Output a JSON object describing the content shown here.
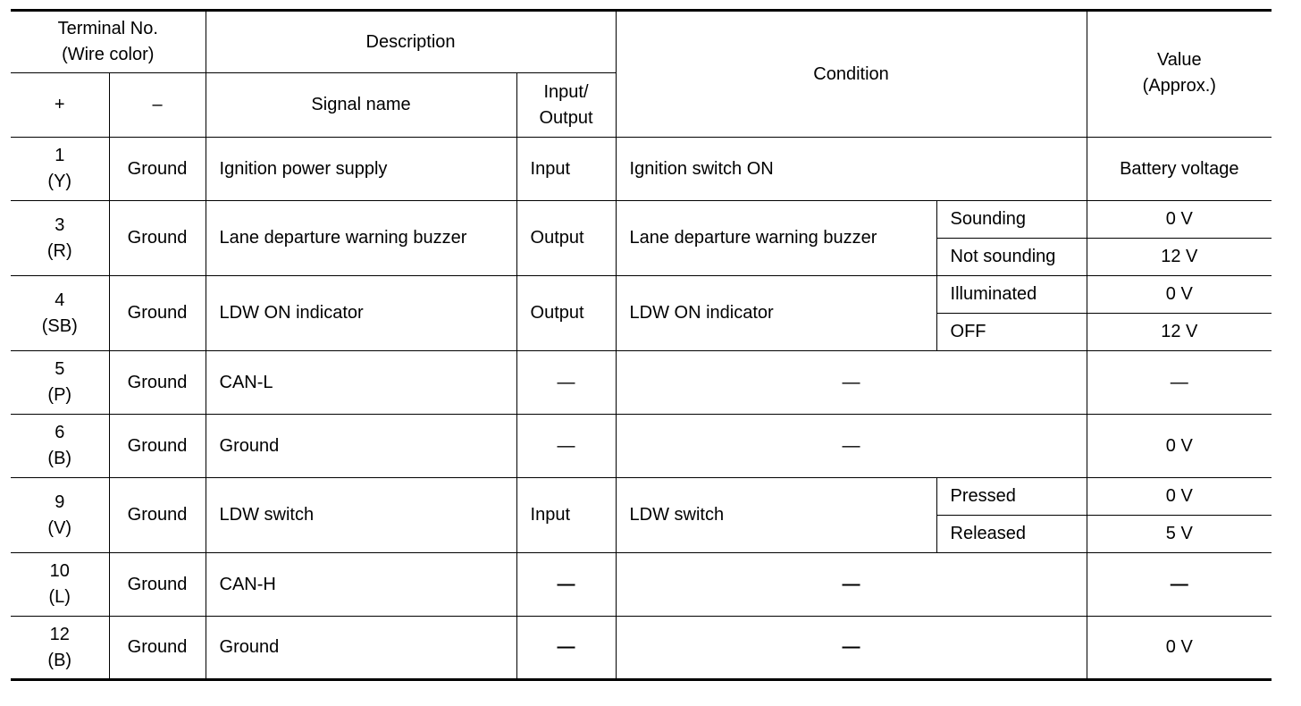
{
  "header": {
    "terminal": "Terminal No.",
    "wire_color": "(Wire color)",
    "description": "Description",
    "condition": "Condition",
    "value": "Value",
    "approx": "(Approx.)",
    "plus": "+",
    "minus": "–",
    "signal_name": "Signal name",
    "input": "Input/",
    "output": "Output"
  },
  "rows": [
    {
      "terminal": "1",
      "color": "(Y)",
      "ground": "Ground",
      "signal": "Ignition power supply",
      "io": "Input",
      "condition": "Ignition switch ON",
      "value": "Battery voltage"
    },
    {
      "terminal": "3",
      "color": "(R)",
      "ground": "Ground",
      "signal": "Lane departure warning buzzer",
      "io": "Output",
      "condition": "Lane departure warning buzzer",
      "state1": "Sounding",
      "value1": "0 V",
      "state2": "Not sounding",
      "value2": "12 V"
    },
    {
      "terminal": "4",
      "color": "(SB)",
      "ground": "Ground",
      "signal": "LDW ON indicator",
      "io": "Output",
      "condition": "LDW ON indicator",
      "state1": "Illuminated",
      "value1": "0 V",
      "state2": "OFF",
      "value2": "12 V"
    },
    {
      "terminal": "5",
      "color": "(P)",
      "ground": "Ground",
      "signal": "CAN-L",
      "io": "—",
      "condition": "—",
      "value": "—"
    },
    {
      "terminal": "6",
      "color": "(B)",
      "ground": "Ground",
      "signal": "Ground",
      "io": "—",
      "condition": "—",
      "value": "0 V"
    },
    {
      "terminal": "9",
      "color": "(V)",
      "ground": "Ground",
      "signal": "LDW switch",
      "io": "Input",
      "condition": "LDW switch",
      "state1": "Pressed",
      "value1": "0 V",
      "state2": "Released",
      "value2": "5 V"
    },
    {
      "terminal": "10",
      "color": "(L)",
      "ground": "Ground",
      "signal": "CAN-H",
      "io": "—",
      "condition": "—",
      "value": "—"
    },
    {
      "terminal": "12",
      "color": "(B)",
      "ground": "Ground",
      "signal": "Ground",
      "io": "—",
      "condition": "—",
      "value": "0 V"
    }
  ]
}
